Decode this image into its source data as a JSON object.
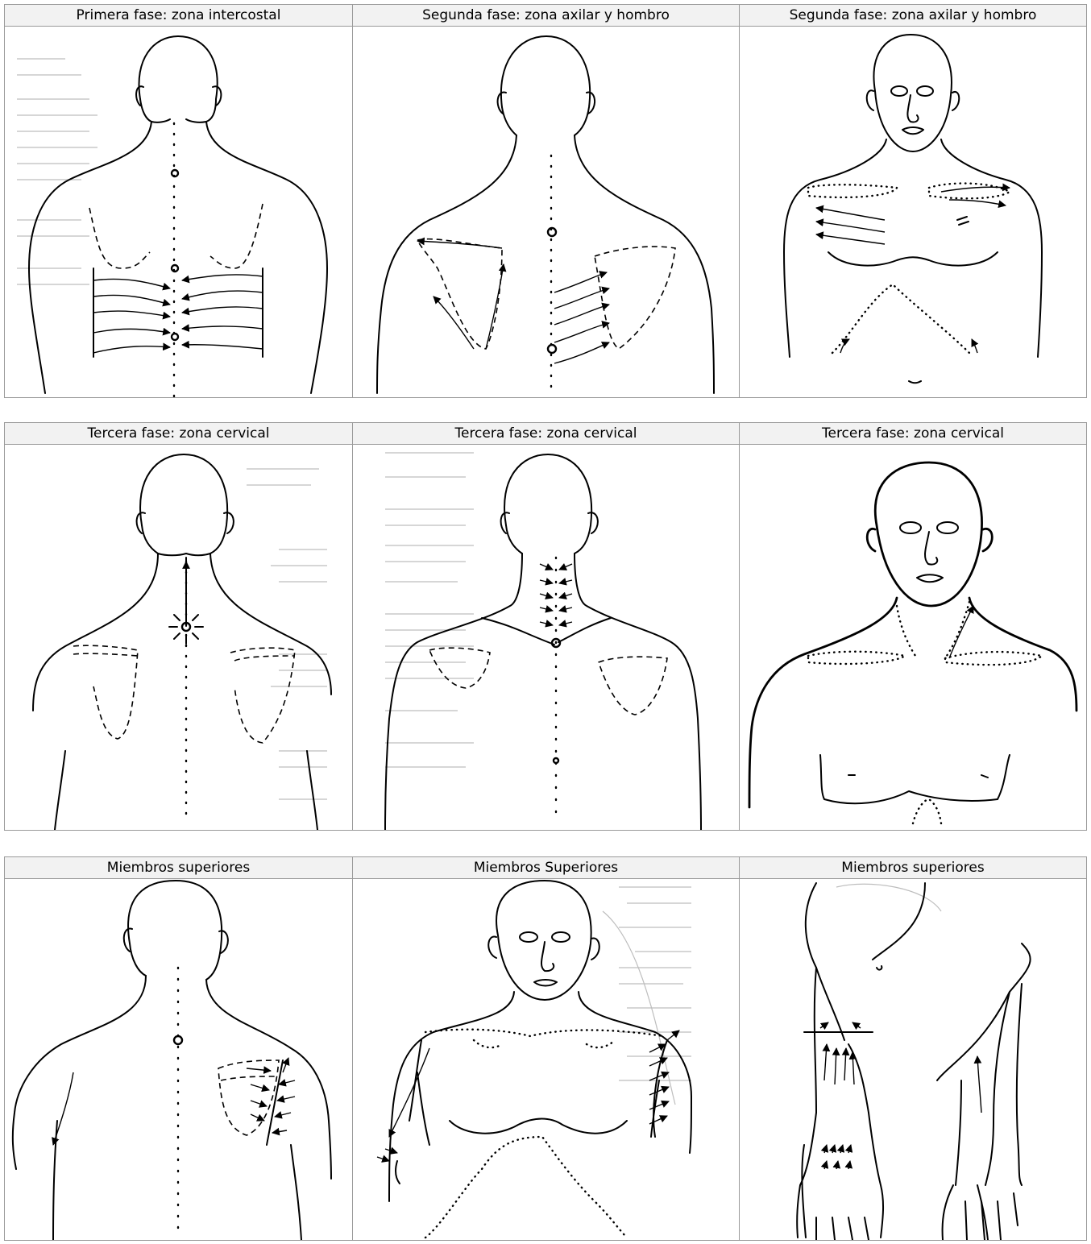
{
  "panels": [
    {
      "title": "Primera fase: zona intercostal"
    },
    {
      "title": "Segunda fase: zona axilar y hombro"
    },
    {
      "title": "Segunda fase: zona axilar y hombro"
    },
    {
      "title": "Tercera fase: zona cervical"
    },
    {
      "title": "Tercera fase: zona cervical"
    },
    {
      "title": "Tercera fase: zona cervical"
    },
    {
      "title": "Miembros superiores"
    },
    {
      "title": "Miembros Superiores"
    },
    {
      "title": "Miembros superiores"
    }
  ]
}
